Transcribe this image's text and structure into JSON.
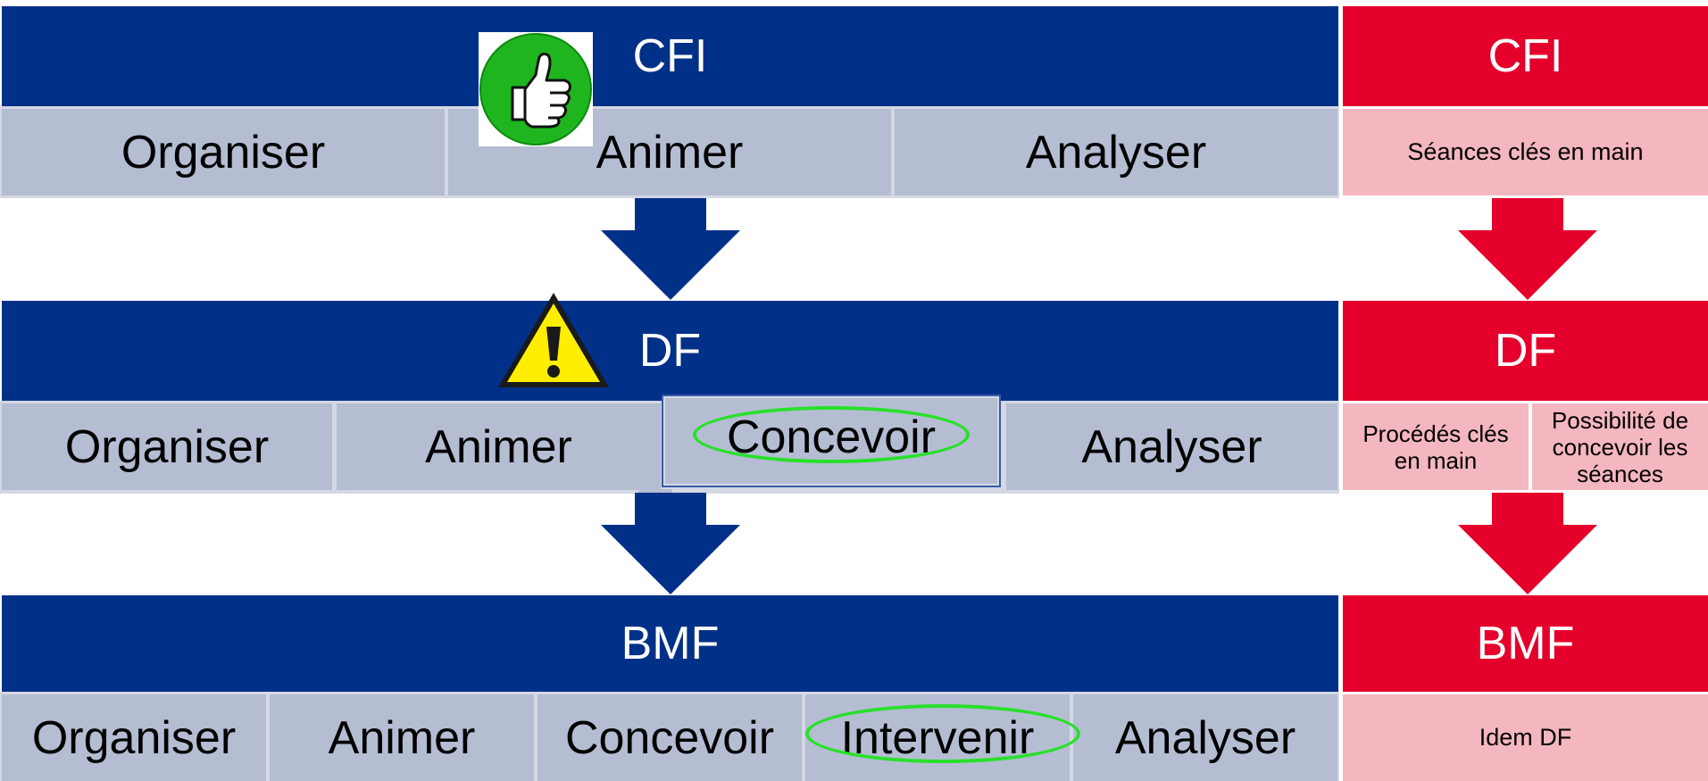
{
  "levels": [
    {
      "title": "CFI",
      "cells": [
        "Organiser",
        "Animer",
        "Analyser"
      ],
      "right_title": "CFI",
      "right_cells": [
        "Séances clés en main"
      ]
    },
    {
      "title": "DF",
      "cells": [
        "Organiser",
        "Animer",
        "Concevoir",
        "Analyser"
      ],
      "right_title": "DF",
      "right_cells": [
        "Procédés clés en main",
        "Possibilité de concevoir les séances"
      ]
    },
    {
      "title": "BMF",
      "cells": [
        "Organiser",
        "Animer",
        "Concevoir",
        "Intervenir",
        "Analyser"
      ],
      "right_title": "BMF",
      "right_cells": [
        "Idem DF"
      ]
    }
  ],
  "icons": {
    "level1": "thumbs-up-icon",
    "level2": "warning-triangle-icon"
  },
  "colors": {
    "blue": "#003087",
    "red": "#e4002b",
    "cell": "#b5bdd3",
    "pink": "#f4b6bf",
    "highlight_oval": "#28e02a",
    "thumb_green": "#1fb51f",
    "warning_yellow": "#ffee00"
  }
}
